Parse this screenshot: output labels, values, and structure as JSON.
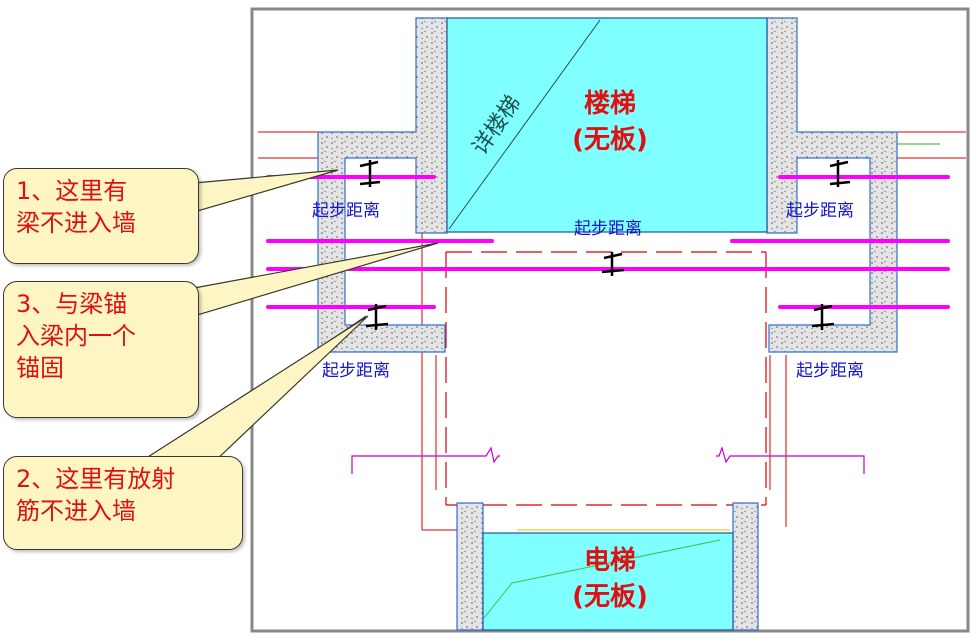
{
  "callouts": [
    {
      "id": "beam-not-into-wall",
      "lines": [
        "1、这里有",
        "梁不进入墙"
      ]
    },
    {
      "id": "anchor-into-beam",
      "lines": [
        "3、与梁锚",
        "入梁内一个",
        "锚固"
      ]
    },
    {
      "id": "radial-bar-not-into-wall",
      "lines": [
        "2、这里有放射",
        "筋不进入墙"
      ]
    }
  ],
  "rooms": {
    "stair": {
      "name": "楼梯",
      "note": "(无板)",
      "diagonal_text": "详楼梯"
    },
    "elevator": {
      "name": "电梯",
      "note": "(无板)"
    }
  },
  "start_distance_label": "起步距离",
  "colors": {
    "callout_text": "#e01010",
    "callout_fill": "#fdf6c4",
    "rebar": "#ff00ff",
    "cad_text": "#1616c8",
    "room_fill": "#7fffff",
    "axis": "#dd0000"
  }
}
